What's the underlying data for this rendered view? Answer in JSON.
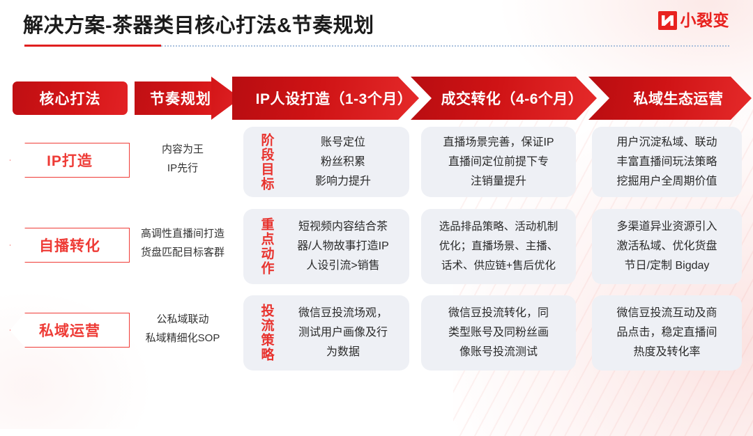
{
  "header": {
    "title": "解决方案-茶器类目核心打法&节奏规划",
    "logo_text": "小裂变",
    "logo_icon": "lightning-n-mark",
    "accent_red": "#e01f1f",
    "rule_dotted_color": "#9bb6d8"
  },
  "stage_header": {
    "pill_label": "核心打法",
    "tail_label": "节奏规划",
    "chevrons": [
      {
        "label": "IP人设打造（1-3个月）"
      },
      {
        "label": "成交转化（4-6个月）"
      },
      {
        "label": "私域生态运营"
      }
    ]
  },
  "rows": [
    {
      "label": "IP打造",
      "sub_lines": [
        "内容为王",
        "IP先行"
      ],
      "cards": [
        {
          "vlabel": "阶段目标",
          "lines": [
            "账号定位",
            "粉丝积累",
            "影响力提升"
          ]
        },
        {
          "vlabel": "",
          "lines": [
            "直播场景完善，保证IP",
            "直播间定位前提下专",
            "注销量提升"
          ]
        },
        {
          "vlabel": "",
          "lines": [
            "用户沉淀私域、联动",
            "丰富直播间玩法策略",
            "挖掘用户全周期价值"
          ]
        }
      ]
    },
    {
      "label": "自播转化",
      "sub_lines": [
        "高调性直播间打造",
        "货盘匹配目标客群"
      ],
      "cards": [
        {
          "vlabel": "重点动作",
          "lines": [
            "短视频内容结合茶",
            "器/人物故事打造IP",
            "人设引流>销售"
          ]
        },
        {
          "vlabel": "",
          "lines": [
            "选品排品策略、活动机制",
            "优化；直播场景、主播、",
            "话术、供应链+售后优化"
          ]
        },
        {
          "vlabel": "",
          "lines": [
            "多渠道异业资源引入",
            "激活私域、优化货盘",
            "节日/定制 Bigday"
          ]
        }
      ]
    },
    {
      "label": "私域运营",
      "sub_lines": [
        "公私域联动",
        "私域精细化SOP"
      ],
      "cards": [
        {
          "vlabel": "投流策略",
          "lines": [
            "微信豆投流场观，",
            "测试用户画像及行",
            "为数据"
          ]
        },
        {
          "vlabel": "",
          "lines": [
            "微信豆投流转化，同",
            "类型账号及同粉丝画",
            "像账号投流测试"
          ]
        },
        {
          "vlabel": "",
          "lines": [
            "微信豆投流互动及商",
            "品点击，稳定直播间",
            "热度及转化率"
          ]
        }
      ]
    }
  ]
}
